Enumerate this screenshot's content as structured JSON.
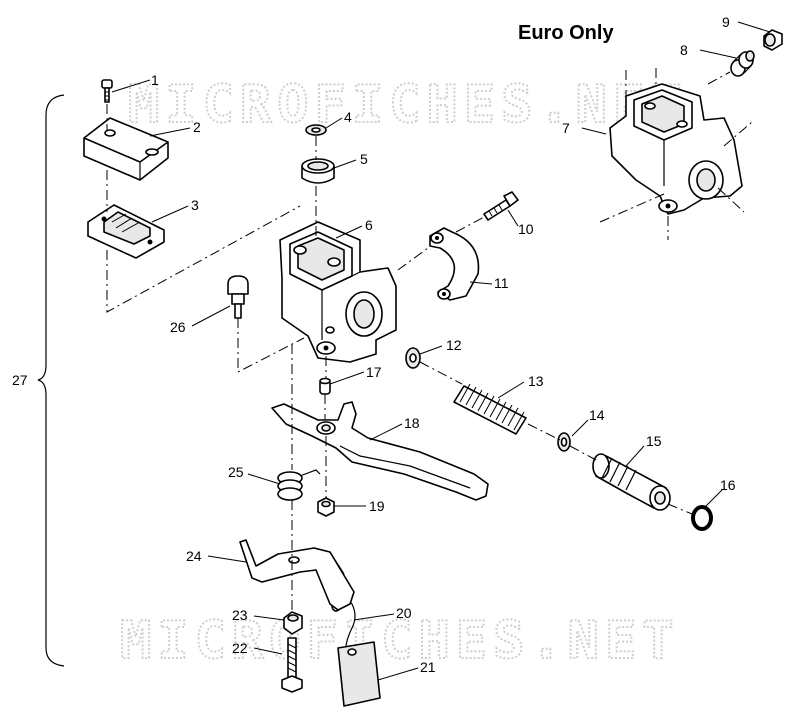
{
  "diagram": {
    "title": "Euro Only",
    "watermark": "MICROFICHES.NET",
    "assembly_ref": "27",
    "callouts": [
      {
        "id": "1",
        "text": "1"
      },
      {
        "id": "2",
        "text": "2"
      },
      {
        "id": "3",
        "text": "3"
      },
      {
        "id": "4",
        "text": "4"
      },
      {
        "id": "5",
        "text": "5"
      },
      {
        "id": "6",
        "text": "6"
      },
      {
        "id": "7",
        "text": "7"
      },
      {
        "id": "8",
        "text": "8"
      },
      {
        "id": "9",
        "text": "9"
      },
      {
        "id": "10",
        "text": "10"
      },
      {
        "id": "11",
        "text": "11"
      },
      {
        "id": "12",
        "text": "12"
      },
      {
        "id": "13",
        "text": "13"
      },
      {
        "id": "14",
        "text": "14"
      },
      {
        "id": "15",
        "text": "15"
      },
      {
        "id": "16",
        "text": "16"
      },
      {
        "id": "17",
        "text": "17"
      },
      {
        "id": "18",
        "text": "18"
      },
      {
        "id": "19",
        "text": "19"
      },
      {
        "id": "20",
        "text": "20"
      },
      {
        "id": "21",
        "text": "21"
      },
      {
        "id": "22",
        "text": "22"
      },
      {
        "id": "23",
        "text": "23"
      },
      {
        "id": "24",
        "text": "24"
      },
      {
        "id": "25",
        "text": "25"
      },
      {
        "id": "26",
        "text": "26"
      }
    ]
  }
}
